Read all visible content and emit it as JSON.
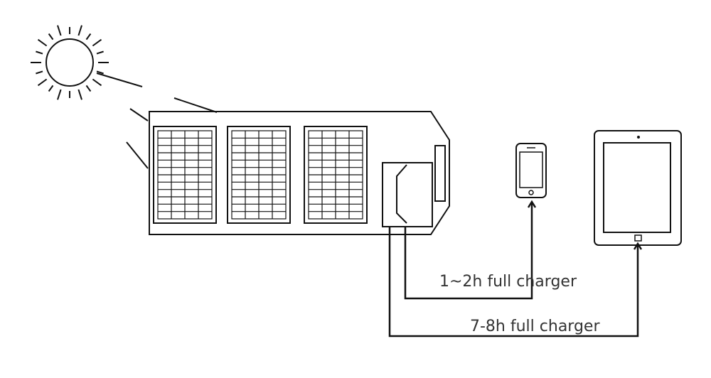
{
  "labels": {
    "phone_time": "1~2h full charger",
    "tablet_time": "7-8h full charger"
  },
  "colors": {
    "ink": "#111111",
    "label_text": "#333333",
    "background": "#ffffff"
  },
  "icons": [
    "sun-icon",
    "solar-panel",
    "smartphone-icon",
    "tablet-icon"
  ]
}
